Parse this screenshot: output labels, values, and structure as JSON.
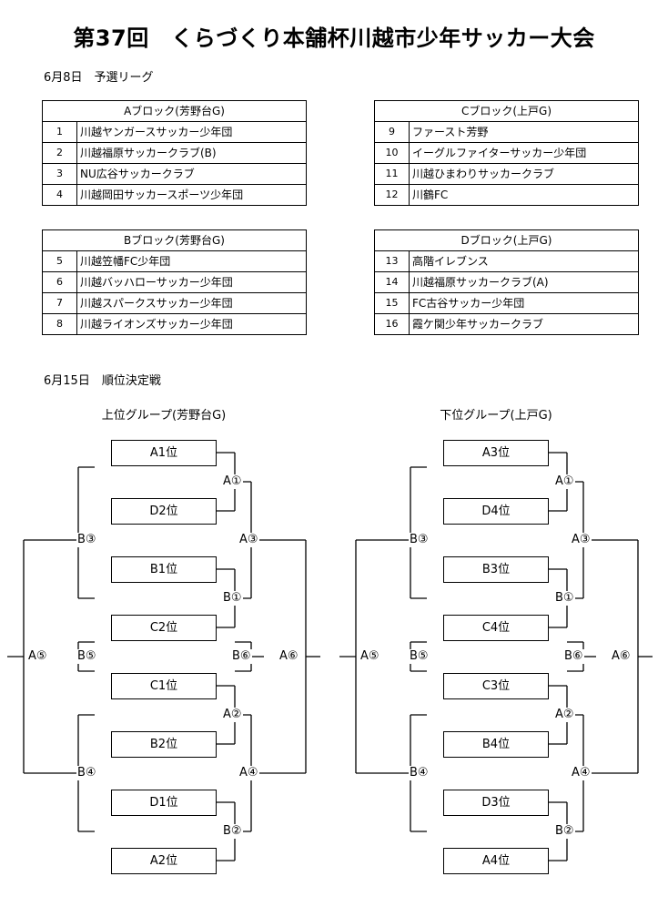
{
  "title": "第37回　くらづくり本舗杯川越市少年サッカー大会",
  "day1": "6月8日　予選リーグ",
  "blocks": [
    {
      "header": "Aブロック(芳野台G)",
      "teams": [
        {
          "no": "1",
          "name": "川越ヤンガースサッカー少年団"
        },
        {
          "no": "2",
          "name": "川越福原サッカークラブ(B)"
        },
        {
          "no": "3",
          "name": "NU広谷サッカークラブ"
        },
        {
          "no": "4",
          "name": "川越岡田サッカースポーツ少年団"
        }
      ]
    },
    {
      "header": "Cブロック(上戸G)",
      "teams": [
        {
          "no": "9",
          "name": "ファースト芳野"
        },
        {
          "no": "10",
          "name": "イーグルファイターサッカー少年団"
        },
        {
          "no": "11",
          "name": "川越ひまわりサッカークラブ"
        },
        {
          "no": "12",
          "name": "川鶴FC"
        }
      ]
    },
    {
      "header": "Bブロック(芳野台G)",
      "teams": [
        {
          "no": "5",
          "name": "川越笠幡FC少年団"
        },
        {
          "no": "6",
          "name": "川越バッハローサッカー少年団"
        },
        {
          "no": "7",
          "name": "川越スパークスサッカー少年団"
        },
        {
          "no": "8",
          "name": "川越ライオンズサッカー少年団"
        }
      ]
    },
    {
      "header": "Dブロック(上戸G)",
      "teams": [
        {
          "no": "13",
          "name": "高階イレブンス"
        },
        {
          "no": "14",
          "name": "川越福原サッカークラブ(A)"
        },
        {
          "no": "15",
          "name": "FC古谷サッカー少年団"
        },
        {
          "no": "16",
          "name": "霞ケ関少年サッカークラブ"
        }
      ]
    }
  ],
  "day2": "6月15日　順位決定戦",
  "groups": [
    {
      "label": "上位グループ(芳野台G)",
      "seeds": [
        "A1位",
        "D2位",
        "B1位",
        "C2位",
        "C1位",
        "B2位",
        "D1位",
        "A2位"
      ],
      "labels": [
        "A①",
        "B①",
        "A②",
        "B②",
        "B③",
        "A③",
        "B④",
        "A④",
        "B⑤",
        "B⑥",
        "A⑤",
        "A⑥"
      ]
    },
    {
      "label": "下位グループ(上戸G)",
      "seeds": [
        "A3位",
        "D4位",
        "B3位",
        "C4位",
        "C3位",
        "B4位",
        "D3位",
        "A4位"
      ],
      "labels": [
        "A①",
        "B①",
        "A②",
        "B②",
        "B③",
        "A③",
        "B④",
        "A④",
        "B⑤",
        "B⑥",
        "A⑤",
        "A⑥"
      ]
    }
  ]
}
